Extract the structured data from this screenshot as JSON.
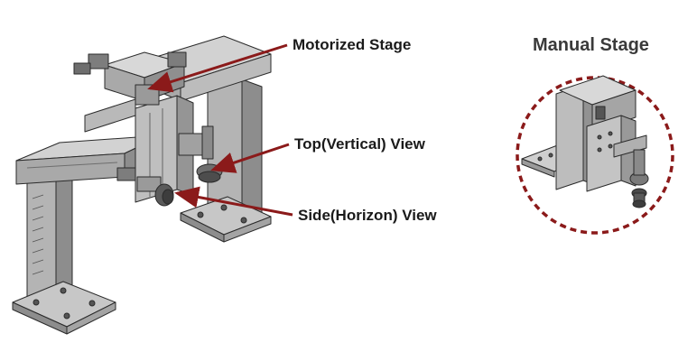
{
  "labels": {
    "motorized_stage": "Motorized Stage",
    "top_view": "Top(Vertical) View",
    "side_view": "Side(Horizon) View",
    "manual_stage": "Manual Stage"
  },
  "colors": {
    "arrow": "#8b1a1a",
    "metal_light": "#c9c9c9",
    "metal_mid": "#a9a9a9",
    "metal_dark": "#6e6e6e",
    "outline": "#2b2b2b",
    "dashed_circle": "#8b1a1a"
  }
}
